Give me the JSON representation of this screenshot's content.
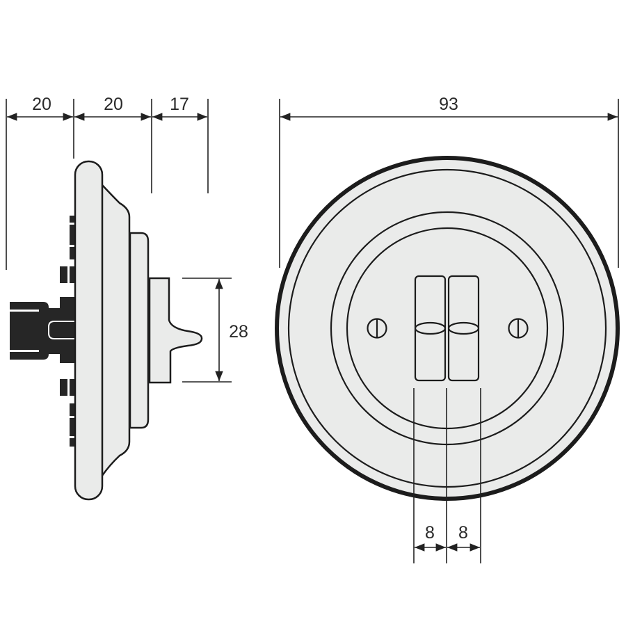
{
  "dimensions": {
    "side_depth_1": "20",
    "side_depth_2": "20",
    "side_depth_3": "17",
    "toggle_height": "28",
    "diameter": "93",
    "rocker_width_1": "8",
    "rocker_width_2": "8"
  },
  "colors": {
    "fill": "#eaebea",
    "outline": "#1c1c1c",
    "connector": "#262626"
  }
}
